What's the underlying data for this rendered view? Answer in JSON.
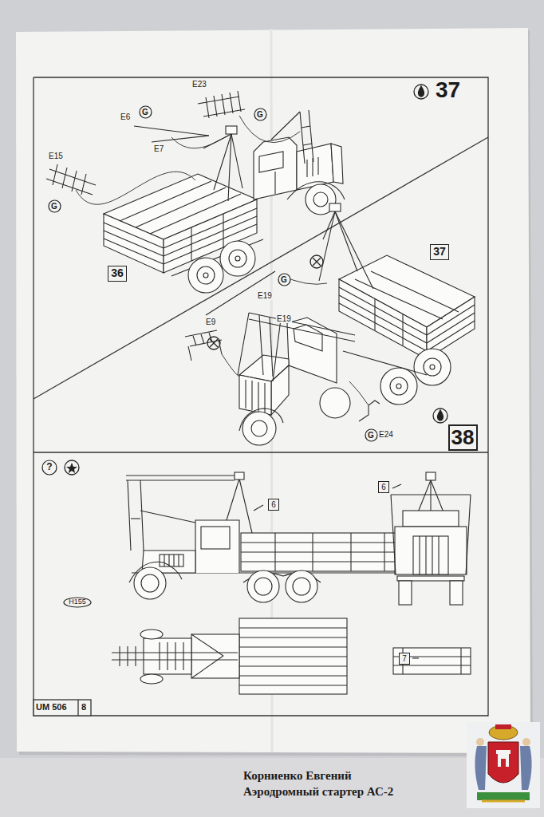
{
  "diagram": {
    "nodes": [
      {
        "text": [
          "G"
        ]
      },
      {
        "text": [
          "G"
        ]
      },
      {
        "text": [
          "G"
        ]
      },
      {
        "text": [
          "36"
        ]
      },
      {
        "text": [
          "37"
        ]
      },
      {
        "text": [
          "G"
        ]
      },
      {
        "text": [
          "G"
        ]
      },
      {
        "text": [
          "38"
        ]
      },
      {
        "text": [
          "?"
        ]
      },
      {
        "text": [
          "6"
        ]
      },
      {
        "text": [
          "6"
        ]
      },
      {
        "text": [
          "H155"
        ]
      },
      {
        "text": [
          "7"
        ]
      }
    ],
    "labels": [
      "37",
      "E23",
      "E6",
      "E7",
      "E15",
      "E19",
      "E19",
      "E9",
      "E24",
      "UM 506",
      "8",
      "Корниенко Евгений",
      "Аэродромный стартер АС-2"
    ]
  }
}
